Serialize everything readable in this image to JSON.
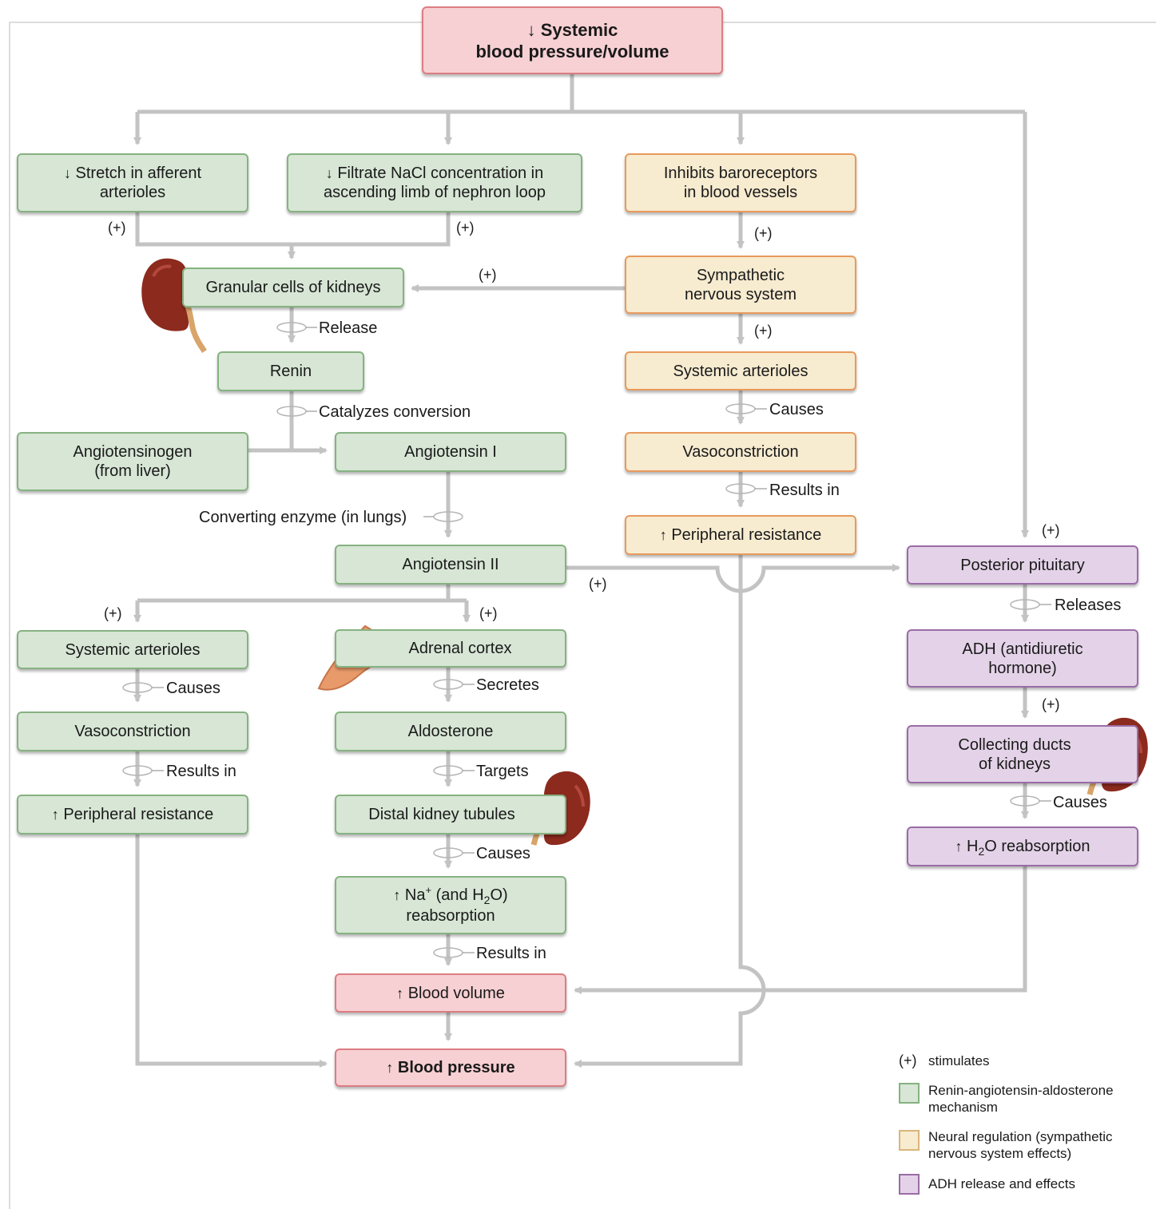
{
  "colors": {
    "renin_fill": "#d7e6d5",
    "renin_border": "#86b281",
    "neural_fill": "#f7ebd0",
    "neural_border": "#e89a5c",
    "adh_fill": "#e4d3e8",
    "adh_border": "#9a6ca7",
    "outcome_fill": "#f7d0d3",
    "outcome_border": "#dc7d83",
    "connector": "#c3c3c3"
  },
  "top": {
    "arrow": "↓",
    "line1": "Systemic",
    "line2": "blood pressure/volume"
  },
  "nodes": {
    "stretch": {
      "arrow": "↓",
      "line1": "Stretch in afferent",
      "line2": "arterioles"
    },
    "filtrate": {
      "arrow": "↓",
      "line1": "Filtrate NaCl concentration in",
      "line2": "ascending limb of nephron loop"
    },
    "baroreceptors": {
      "line1": "Inhibits baroreceptors",
      "line2": "in blood vessels"
    },
    "granular": "Granular cells of kidneys",
    "sympathetic": {
      "line1": "Sympathetic",
      "line2": "nervous system"
    },
    "renin": "Renin",
    "systemic_arterioles_neural": "Systemic arterioles",
    "angiotensinogen": {
      "line1": "Angiotensinogen",
      "line2": "(from liver)"
    },
    "angiotensin1": "Angiotensin I",
    "vasoconstriction_neural": "Vasoconstriction",
    "peripheral_neural": {
      "arrow": "↑",
      "text": "Peripheral resistance"
    },
    "angiotensin2": "Angiotensin II",
    "posterior_pituitary": "Posterior pituitary",
    "systemic_arterioles_raa": "Systemic arterioles",
    "adrenal_cortex": "Adrenal cortex",
    "adh": {
      "line1": "ADH (antidiuretic",
      "line2": "hormone)"
    },
    "vasoconstriction_raa": "Vasoconstriction",
    "aldosterone": "Aldosterone",
    "collecting_ducts": {
      "line1": "Collecting ducts",
      "line2": "of kidneys"
    },
    "peripheral_raa": {
      "arrow": "↑",
      "text": "Peripheral resistance"
    },
    "distal_tubules": "Distal kidney tubules",
    "h2o_reabsorption": {
      "arrow": "↑",
      "pre": "H",
      "sub": "2",
      "post": "O reabsorption"
    },
    "na_reabsorption": {
      "arrow": "↑",
      "pre": "Na",
      "sup": "+",
      "mid": " (and H",
      "sub": "2",
      "post": "O)",
      "line2": "reabsorption"
    },
    "blood_volume": {
      "arrow": "↑",
      "text": "Blood volume"
    },
    "blood_pressure": {
      "arrow": "↑",
      "text": "Blood pressure"
    }
  },
  "labels": {
    "plus": "(+)",
    "release": "Release",
    "catalyzes": "Catalyzes conversion",
    "converting_enzyme": "Converting enzyme (in lungs)",
    "causes": "Causes",
    "results_in": "Results in",
    "releases": "Releases",
    "secretes": "Secretes",
    "targets": "Targets"
  },
  "legend": {
    "stimulates_symbol": "(+)",
    "stimulates_text": "stimulates",
    "renin_line1": "Renin-angiotensin-aldosterone",
    "renin_line2": "mechanism",
    "neural_line1": "Neural regulation (sympathetic",
    "neural_line2": "nervous system effects)",
    "adh_text": "ADH release and effects"
  }
}
